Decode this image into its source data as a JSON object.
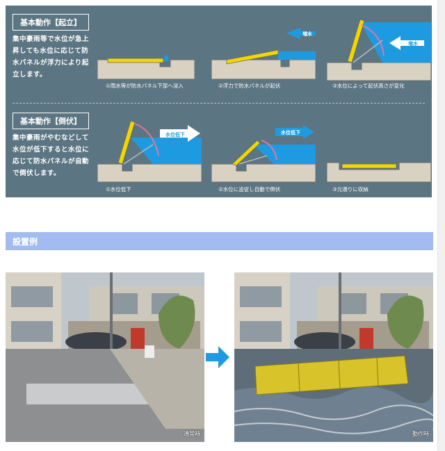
{
  "rise": {
    "tag": "基本動作【起立】",
    "desc": "集中豪雨等で水位が急上昇しても水位に応じて防水パネルが浮力により起立します。",
    "steps": [
      {
        "caption": "①雨水等が防水パネル下部へ浸入"
      },
      {
        "caption": "②浮力で防水パネルが起伏"
      },
      {
        "caption": "③水位によって起伏高さが変化"
      }
    ],
    "labels": {
      "step2_water": "増水",
      "step3_water": "増水"
    }
  },
  "fall": {
    "tag": "基本動作【倒伏】",
    "desc": "集中豪雨がやむなどして水位が低下すると水位に応じて防水パネルが自動で倒伏します。",
    "steps": [
      {
        "caption": "①水位低下"
      },
      {
        "caption": "②水位に追従し自動で倒伏"
      },
      {
        "caption": "③元通りに収納"
      }
    ],
    "labels": {
      "step1_water": "水位低下",
      "step2_water": "水位低下"
    }
  },
  "section": {
    "title": "設置例"
  },
  "photos": {
    "before_label": "通常時",
    "after_label": "動作時"
  },
  "colors": {
    "panel_bg": "#5c7582",
    "water": "#1e9be0",
    "panel_yellow": "#f2d600",
    "concrete": "#d9d2c3",
    "arrow_pink": "#e8739a",
    "section_bar": "#a3bbef"
  },
  "icons": [
    "arrow-right-icon",
    "arrow-left-icon"
  ]
}
